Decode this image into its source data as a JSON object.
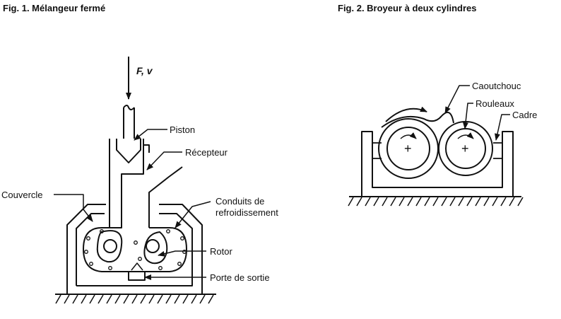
{
  "figures": {
    "fig1": {
      "title": "Fig. 1. Mélangeur fermé",
      "force_label": "F, v",
      "labels": {
        "piston": "Piston",
        "recepteur": "Récepteur",
        "couvercle": "Couvercle",
        "conduits_line1": "Conduits de",
        "conduits_line2": "refroidissement",
        "rotor": "Rotor",
        "porte": "Porte de sortie"
      }
    },
    "fig2": {
      "title": "Fig. 2. Broyeur à deux cylindres",
      "labels": {
        "caoutchouc": "Caoutchouc",
        "rouleaux": "Rouleaux",
        "cadre": "Cadre"
      },
      "roller_symbol": "+"
    }
  },
  "colors": {
    "line": "#111111",
    "background": "#ffffff"
  }
}
